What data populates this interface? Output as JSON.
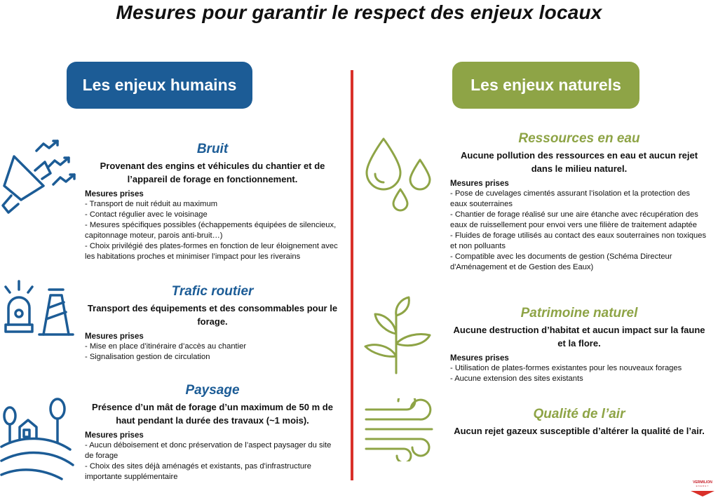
{
  "title": "Mesures pour garantir le respect des enjeux locaux",
  "humains": {
    "header": "Les enjeux humains",
    "bruit": {
      "title": "Bruit",
      "subtitle": "Provenant des engins et véhicules du chantier et de l’appareil de forage en fonctionnement.",
      "mesures_label": "Mesures prises",
      "items": [
        "- Transport de nuit réduit au maximum",
        "- Contact régulier avec le voisinage",
        "- Mesures spécifiques possibles (échappements équipées de silencieux, capitonnage moteur, parois anti-bruit…)",
        "- Choix privilégié des plates-formes en fonction de leur éloignement avec les habitations proches et minimiser l’impact pour les riverains"
      ]
    },
    "trafic": {
      "title": "Trafic routier",
      "subtitle": "Transport des équipements et des consommables pour le forage.",
      "mesures_label": "Mesures prises",
      "items": [
        "- Mise en place d’itinéraire d’accès au chantier",
        "- Signalisation gestion de circulation"
      ]
    },
    "paysage": {
      "title": "Paysage",
      "subtitle": "Présence d’un mât de forage d’un maximum de 50 m de haut pendant la durée des travaux (~1 mois).",
      "mesures_label": "Mesures prises",
      "items": [
        "- Aucun déboisement et donc préservation de l’aspect paysager du site de forage",
        "- Choix des sites déjà aménagés et existants, pas d'infrastructure importante supplémentaire"
      ]
    }
  },
  "naturels": {
    "header": "Les enjeux naturels",
    "eau": {
      "title": "Ressources en eau",
      "subtitle": "Aucune pollution des ressources en eau et aucun rejet dans le milieu naturel.",
      "mesures_label": "Mesures prises",
      "items": [
        "- Pose de cuvelages cimentés assurant l’isolation et la protection des eaux souterraines",
        "- Chantier de forage réalisé sur une aire étanche avec récupération des eaux de ruissellement pour envoi vers une filière de traitement adaptée",
        "- Fluides de forage utilisés au contact des eaux souterraines non toxiques et non polluants",
        "- Compatible avec les documents de gestion (Schéma Directeur d'Aménagement et de Gestion des Eaux)"
      ]
    },
    "patrimoine": {
      "title": "Patrimoine naturel",
      "subtitle": "Aucune destruction d’habitat et aucun impact sur la faune et la flore.",
      "mesures_label": "Mesures prises",
      "items": [
        "- Utilisation de plates-formes existantes pour les nouveaux forages",
        "- Aucune extension des sites existants"
      ]
    },
    "air": {
      "title": "Qualité de l’air",
      "subtitle": "Aucun rejet gazeux susceptible d’altérer la qualité de l’air."
    }
  },
  "logo": {
    "name": "VERMILION",
    "tagline": "ENERGY"
  },
  "colors": {
    "blue": "#1c5c96",
    "green": "#8ea446",
    "red": "#d9302a"
  }
}
